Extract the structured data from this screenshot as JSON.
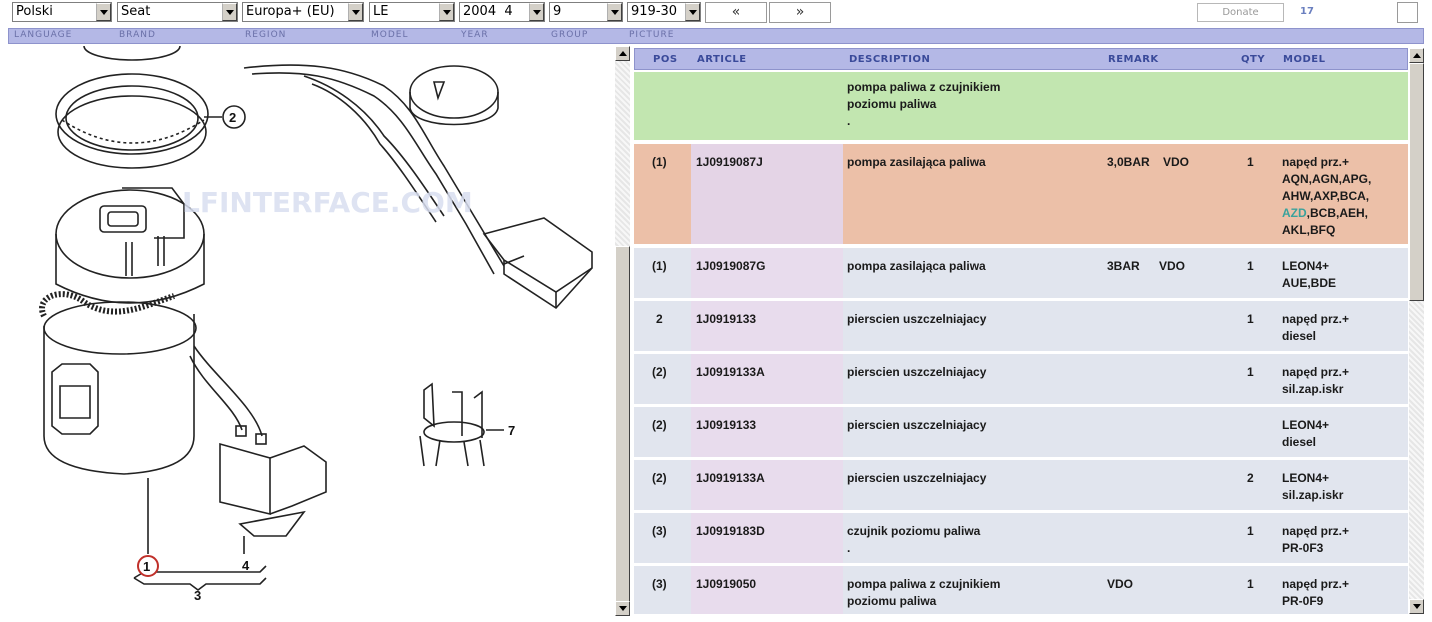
{
  "selectors": {
    "language": "Polski",
    "brand": "Seat",
    "region": "Europa+ (EU)",
    "model": "LE",
    "year": "2004  4",
    "group": "9",
    "picture": "919-30"
  },
  "nav": {
    "prev": "«",
    "next": "»",
    "donate": "Donate",
    "counter": "17"
  },
  "labels": {
    "language": "LANGUAGE",
    "brand": "BRAND",
    "region": "REGION",
    "model": "MODEL",
    "year": "YEAR",
    "group": "GROUP",
    "picture": "PICTURE"
  },
  "picture": {
    "watermark": "LFINTERFACE.COM",
    "callouts": [
      "1",
      "2",
      "3",
      "4",
      "7"
    ]
  },
  "table": {
    "headers": {
      "pos": "POS",
      "article": "ARTICLE",
      "description": "DESCRIPTION",
      "remark": "REMARK",
      "qty": "QTY",
      "model": "MODEL"
    },
    "rows": [
      {
        "pos": "",
        "article": "",
        "description": [
          "pompa paliwa z czujnikiem",
          "poziomu paliwa",
          "."
        ],
        "remark": "",
        "remark2": "",
        "qty": "",
        "model": [],
        "style": "green"
      },
      {
        "pos": "(1)",
        "article": "1J0919087J",
        "description": [
          "pompa zasilająca paliwa"
        ],
        "remark": "3,0BAR",
        "remark2": "VDO",
        "qty": "1",
        "model": [
          "napęd prz.+",
          "AQN,AGN,APG,",
          "AHW,AXP,BCA,",
          "AZD,BCB,AEH,",
          "AKL,BFQ"
        ],
        "style": "orange"
      },
      {
        "pos": "(1)",
        "article": "1J0919087G",
        "description": [
          "pompa zasilająca paliwa"
        ],
        "remark": "3BAR",
        "remark2": "VDO",
        "qty": "1",
        "model": [
          "LEON4+",
          "AUE,BDE"
        ],
        "style": "blue"
      },
      {
        "pos": "2",
        "article": "1J0919133",
        "description": [
          "pierscien uszczelniajacy"
        ],
        "remark": "",
        "remark2": "",
        "qty": "1",
        "model": [
          "napęd prz.+",
          "diesel"
        ],
        "style": "blue"
      },
      {
        "pos": "(2)",
        "article": "1J0919133A",
        "description": [
          "pierscien uszczelniajacy"
        ],
        "remark": "",
        "remark2": "",
        "qty": "1",
        "model": [
          "napęd prz.+",
          "sil.zap.iskr"
        ],
        "style": "blue"
      },
      {
        "pos": "(2)",
        "article": "1J0919133",
        "description": [
          "pierscien uszczelniajacy"
        ],
        "remark": "",
        "remark2": "",
        "qty": "",
        "model": [
          "LEON4+",
          "diesel"
        ],
        "style": "blue"
      },
      {
        "pos": "(2)",
        "article": "1J0919133A",
        "description": [
          "pierscien uszczelniajacy"
        ],
        "remark": "",
        "remark2": "",
        "qty": "2",
        "model": [
          "LEON4+",
          "sil.zap.iskr"
        ],
        "style": "blue"
      },
      {
        "pos": "(3)",
        "article": "1J0919183D",
        "description": [
          "czujnik poziomu paliwa",
          "."
        ],
        "remark": "",
        "remark2": "",
        "qty": "1",
        "model": [
          "napęd prz.+",
          "PR-0F3"
        ],
        "style": "blue"
      },
      {
        "pos": "(3)",
        "article": "1J0919050",
        "description": [
          "pompa paliwa z czujnikiem",
          "poziomu paliwa"
        ],
        "remark": "VDO",
        "remark2": "",
        "qty": "1",
        "model": [
          "napęd prz.+",
          "PR-0F9"
        ],
        "style": "blue"
      }
    ]
  }
}
